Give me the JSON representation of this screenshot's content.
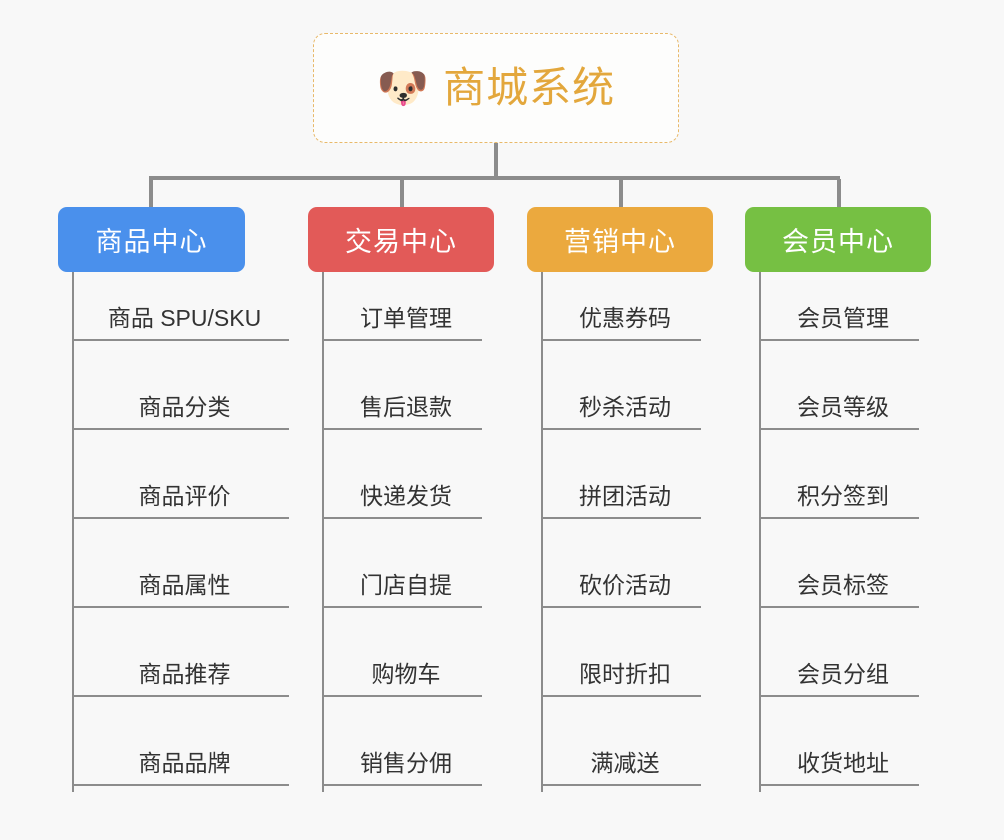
{
  "diagram": {
    "type": "mindmap",
    "background_color": "#f8f8f8",
    "connector_color": "#8c8c8c",
    "root": {
      "icon": "shiba-dog-emoji",
      "icon_glyph": "🐶",
      "title": "商城系统",
      "text_color": "#e3a73c",
      "border_color": "#e8b96a",
      "border_style": "dashed"
    },
    "categories": [
      {
        "id": "product-center",
        "label": "商品中心",
        "color": "#4a90ec",
        "items": [
          "商品 SPU/SKU",
          "商品分类",
          "商品评价",
          "商品属性",
          "商品推荐",
          "商品品牌"
        ]
      },
      {
        "id": "trade-center",
        "label": "交易中心",
        "color": "#e25a58",
        "items": [
          "订单管理",
          "售后退款",
          "快递发货",
          "门店自提",
          "购物车",
          "销售分佣"
        ]
      },
      {
        "id": "marketing-center",
        "label": "营销中心",
        "color": "#eba93e",
        "items": [
          "优惠券码",
          "秒杀活动",
          "拼团活动",
          "砍价活动",
          "限时折扣",
          "满减送"
        ]
      },
      {
        "id": "member-center",
        "label": "会员中心",
        "color": "#76c废"
      }
    ]
  }
}
